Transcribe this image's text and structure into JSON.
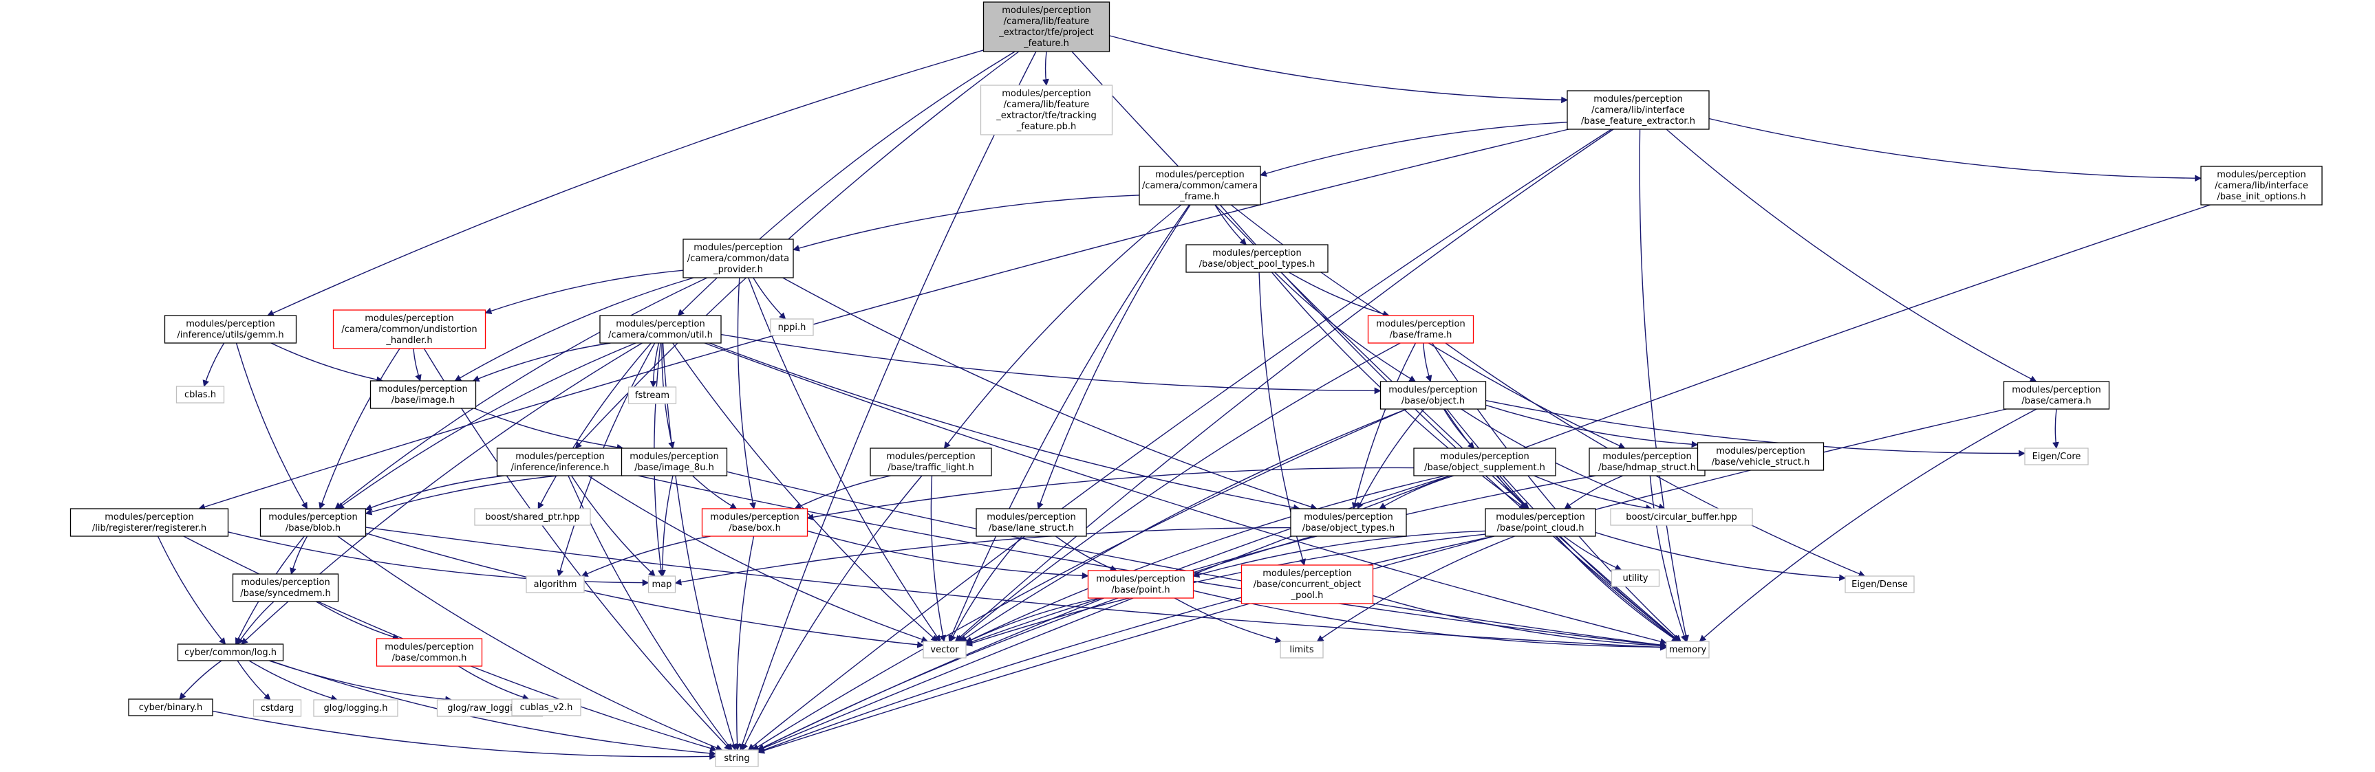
{
  "graph": {
    "nodes": [
      {
        "id": "root",
        "lines": [
          "modules/perception",
          "/camera/lib/feature",
          "_extractor/tfe/project",
          "_feature.h"
        ],
        "kind": "root"
      },
      {
        "id": "tracking_pb",
        "lines": [
          "modules/perception",
          "/camera/lib/feature",
          "_extractor/tfe/tracking",
          "_feature.pb.h"
        ],
        "kind": "ext"
      },
      {
        "id": "base_feature_extractor",
        "lines": [
          "modules/perception",
          "/camera/lib/interface",
          "/base_feature_extractor.h"
        ],
        "kind": "normal"
      },
      {
        "id": "camera_frame",
        "lines": [
          "modules/perception",
          "/camera/common/camera",
          "_frame.h"
        ],
        "kind": "normal"
      },
      {
        "id": "base_init_options",
        "lines": [
          "modules/perception",
          "/camera/lib/interface",
          "/base_init_options.h"
        ],
        "kind": "normal"
      },
      {
        "id": "data_provider",
        "lines": [
          "modules/perception",
          "/camera/common/data",
          "_provider.h"
        ],
        "kind": "normal"
      },
      {
        "id": "object_pool_types",
        "lines": [
          "modules/perception",
          "/base/object_pool_types.h"
        ],
        "kind": "normal"
      },
      {
        "id": "gemm",
        "lines": [
          "modules/perception",
          "/inference/utils/gemm.h"
        ],
        "kind": "normal"
      },
      {
        "id": "undistortion_handler",
        "lines": [
          "modules/perception",
          "/camera/common/undistortion",
          "_handler.h"
        ],
        "kind": "red"
      },
      {
        "id": "util",
        "lines": [
          "modules/perception",
          "/camera/common/util.h"
        ],
        "kind": "normal"
      },
      {
        "id": "nppi",
        "lines": [
          "nppi.h"
        ],
        "kind": "ext"
      },
      {
        "id": "frame",
        "lines": [
          "modules/perception",
          "/base/frame.h"
        ],
        "kind": "red"
      },
      {
        "id": "camera",
        "lines": [
          "modules/perception",
          "/base/camera.h"
        ],
        "kind": "normal"
      },
      {
        "id": "cblas",
        "lines": [
          "cblas.h"
        ],
        "kind": "ext"
      },
      {
        "id": "image",
        "lines": [
          "modules/perception",
          "/base/image.h"
        ],
        "kind": "normal"
      },
      {
        "id": "fstream",
        "lines": [
          "fstream"
        ],
        "kind": "ext"
      },
      {
        "id": "object",
        "lines": [
          "modules/perception",
          "/base/object.h"
        ],
        "kind": "normal"
      },
      {
        "id": "inference",
        "lines": [
          "modules/perception",
          "/inference/inference.h"
        ],
        "kind": "normal"
      },
      {
        "id": "image_8u",
        "lines": [
          "modules/perception",
          "/base/image_8u.h"
        ],
        "kind": "normal"
      },
      {
        "id": "traffic_light",
        "lines": [
          "modules/perception",
          "/base/traffic_light.h"
        ],
        "kind": "normal"
      },
      {
        "id": "object_supplement",
        "lines": [
          "modules/perception",
          "/base/object_supplement.h"
        ],
        "kind": "normal"
      },
      {
        "id": "hdmap_struct",
        "lines": [
          "modules/perception",
          "/base/hdmap_struct.h"
        ],
        "kind": "normal"
      },
      {
        "id": "vehicle_struct",
        "lines": [
          "modules/perception",
          "/base/vehicle_struct.h"
        ],
        "kind": "normal"
      },
      {
        "id": "eigen_core",
        "lines": [
          "Eigen/Core"
        ],
        "kind": "ext"
      },
      {
        "id": "registerer",
        "lines": [
          "modules/perception",
          "/lib/registerer/registerer.h"
        ],
        "kind": "normal"
      },
      {
        "id": "blob",
        "lines": [
          "modules/perception",
          "/base/blob.h"
        ],
        "kind": "normal"
      },
      {
        "id": "shared_ptr",
        "lines": [
          "boost/shared_ptr.hpp"
        ],
        "kind": "ext"
      },
      {
        "id": "box",
        "lines": [
          "modules/perception",
          "/base/box.h"
        ],
        "kind": "red"
      },
      {
        "id": "lane_struct",
        "lines": [
          "modules/perception",
          "/base/lane_struct.h"
        ],
        "kind": "normal"
      },
      {
        "id": "object_types",
        "lines": [
          "modules/perception",
          "/base/object_types.h"
        ],
        "kind": "normal"
      },
      {
        "id": "point_cloud",
        "lines": [
          "modules/perception",
          "/base/point_cloud.h"
        ],
        "kind": "normal"
      },
      {
        "id": "circular_buffer",
        "lines": [
          "boost/circular_buffer.hpp"
        ],
        "kind": "ext"
      },
      {
        "id": "syncedmem",
        "lines": [
          "modules/perception",
          "/base/syncedmem.h"
        ],
        "kind": "normal"
      },
      {
        "id": "algorithm",
        "lines": [
          "algorithm"
        ],
        "kind": "ext"
      },
      {
        "id": "map",
        "lines": [
          "map"
        ],
        "kind": "ext"
      },
      {
        "id": "point",
        "lines": [
          "modules/perception",
          "/base/point.h"
        ],
        "kind": "red"
      },
      {
        "id": "concurrent_object_pool",
        "lines": [
          "modules/perception",
          "/base/concurrent_object",
          "_pool.h"
        ],
        "kind": "red"
      },
      {
        "id": "utility",
        "lines": [
          "utility"
        ],
        "kind": "ext"
      },
      {
        "id": "eigen_dense",
        "lines": [
          "Eigen/Dense"
        ],
        "kind": "ext"
      },
      {
        "id": "log",
        "lines": [
          "cyber/common/log.h"
        ],
        "kind": "normal"
      },
      {
        "id": "common",
        "lines": [
          "modules/perception",
          "/base/common.h"
        ],
        "kind": "red"
      },
      {
        "id": "vector",
        "lines": [
          "vector"
        ],
        "kind": "ext"
      },
      {
        "id": "limits",
        "lines": [
          "limits"
        ],
        "kind": "ext"
      },
      {
        "id": "memory",
        "lines": [
          "memory"
        ],
        "kind": "ext"
      },
      {
        "id": "binary",
        "lines": [
          "cyber/binary.h"
        ],
        "kind": "normal"
      },
      {
        "id": "cstdarg",
        "lines": [
          "cstdarg"
        ],
        "kind": "ext"
      },
      {
        "id": "glog_logging",
        "lines": [
          "glog/logging.h"
        ],
        "kind": "ext"
      },
      {
        "id": "glog_raw_logging",
        "lines": [
          "glog/raw_logging.h"
        ],
        "kind": "ext"
      },
      {
        "id": "cublas",
        "lines": [
          "cublas_v2.h"
        ],
        "kind": "ext"
      },
      {
        "id": "string",
        "lines": [
          "string"
        ],
        "kind": "ext"
      }
    ],
    "edges": [
      [
        "root",
        "tracking_pb"
      ],
      [
        "root",
        "base_feature_extractor"
      ],
      [
        "root",
        "gemm"
      ],
      [
        "root",
        "util"
      ],
      [
        "root",
        "inference"
      ],
      [
        "root",
        "string"
      ],
      [
        "root",
        "memory"
      ],
      [
        "base_feature_extractor",
        "camera_frame"
      ],
      [
        "base_feature_extractor",
        "base_init_options"
      ],
      [
        "base_feature_extractor",
        "registerer"
      ],
      [
        "base_feature_extractor",
        "camera"
      ],
      [
        "base_feature_extractor",
        "vector"
      ],
      [
        "base_feature_extractor",
        "memory"
      ],
      [
        "base_feature_extractor",
        "string"
      ],
      [
        "base_init_options",
        "string"
      ],
      [
        "camera_frame",
        "data_provider"
      ],
      [
        "camera_frame",
        "object_pool_types"
      ],
      [
        "camera_frame",
        "traffic_light"
      ],
      [
        "camera_frame",
        "lane_struct"
      ],
      [
        "camera_frame",
        "hdmap_struct"
      ],
      [
        "camera_frame",
        "vector"
      ],
      [
        "camera_frame",
        "memory"
      ],
      [
        "data_provider",
        "undistortion_handler"
      ],
      [
        "data_provider",
        "image"
      ],
      [
        "data_provider",
        "blob"
      ],
      [
        "data_provider",
        "box"
      ],
      [
        "data_provider",
        "nppi"
      ],
      [
        "data_provider",
        "object_types"
      ],
      [
        "data_provider",
        "vector"
      ],
      [
        "object_pool_types",
        "frame"
      ],
      [
        "object_pool_types",
        "object"
      ],
      [
        "object_pool_types",
        "point_cloud"
      ],
      [
        "object_pool_types",
        "concurrent_object_pool"
      ],
      [
        "gemm",
        "cblas"
      ],
      [
        "gemm",
        "image"
      ],
      [
        "gemm",
        "blob"
      ],
      [
        "undistortion_handler",
        "image"
      ],
      [
        "undistortion_handler",
        "blob"
      ],
      [
        "undistortion_handler",
        "string"
      ],
      [
        "util",
        "image"
      ],
      [
        "util",
        "fstream"
      ],
      [
        "util",
        "image_8u"
      ],
      [
        "util",
        "object"
      ],
      [
        "util",
        "blob"
      ],
      [
        "util",
        "algorithm"
      ],
      [
        "util",
        "map"
      ],
      [
        "util",
        "vector"
      ],
      [
        "util",
        "shared_ptr"
      ],
      [
        "util",
        "log"
      ],
      [
        "util",
        "string"
      ],
      [
        "util",
        "memory"
      ],
      [
        "util",
        "object_types"
      ],
      [
        "frame",
        "object"
      ],
      [
        "frame",
        "object_types"
      ],
      [
        "frame",
        "vector"
      ],
      [
        "frame",
        "memory"
      ],
      [
        "frame",
        "eigen_dense"
      ],
      [
        "camera",
        "eigen_core"
      ],
      [
        "camera",
        "memory"
      ],
      [
        "camera",
        "string"
      ],
      [
        "image",
        "image_8u"
      ],
      [
        "object",
        "object_supplement"
      ],
      [
        "object",
        "vehicle_struct"
      ],
      [
        "object",
        "eigen_core"
      ],
      [
        "object",
        "circular_buffer"
      ],
      [
        "object",
        "object_types"
      ],
      [
        "object",
        "point_cloud"
      ],
      [
        "object",
        "vector"
      ],
      [
        "object",
        "memory"
      ],
      [
        "object",
        "string"
      ],
      [
        "inference",
        "blob"
      ],
      [
        "inference",
        "map"
      ],
      [
        "inference",
        "vector"
      ],
      [
        "inference",
        "memory"
      ],
      [
        "inference",
        "string"
      ],
      [
        "image_8u",
        "box"
      ],
      [
        "image_8u",
        "blob"
      ],
      [
        "image_8u",
        "map"
      ],
      [
        "image_8u",
        "memory"
      ],
      [
        "traffic_light",
        "box"
      ],
      [
        "traffic_light",
        "vector"
      ],
      [
        "traffic_light",
        "string"
      ],
      [
        "object_supplement",
        "box"
      ],
      [
        "object_supplement",
        "object_types"
      ],
      [
        "object_supplement",
        "point_cloud"
      ],
      [
        "object_supplement",
        "circular_buffer"
      ],
      [
        "object_supplement",
        "vector"
      ],
      [
        "object_supplement",
        "memory"
      ],
      [
        "object_supplement",
        "string"
      ],
      [
        "hdmap_struct",
        "point_cloud"
      ],
      [
        "hdmap_struct",
        "vector"
      ],
      [
        "hdmap_struct",
        "memory"
      ],
      [
        "registerer",
        "log"
      ],
      [
        "registerer",
        "map"
      ],
      [
        "registerer",
        "string"
      ],
      [
        "blob",
        "syncedmem"
      ],
      [
        "blob",
        "log"
      ],
      [
        "blob",
        "vector"
      ],
      [
        "blob",
        "memory"
      ],
      [
        "blob",
        "string"
      ],
      [
        "box",
        "algorithm"
      ],
      [
        "box",
        "point"
      ],
      [
        "box",
        "string"
      ],
      [
        "lane_struct",
        "point"
      ],
      [
        "lane_struct",
        "vector"
      ],
      [
        "object_types",
        "map"
      ],
      [
        "object_types",
        "string"
      ],
      [
        "point_cloud",
        "point"
      ],
      [
        "point_cloud",
        "eigen_dense"
      ],
      [
        "point_cloud",
        "utility"
      ],
      [
        "point_cloud",
        "memory"
      ],
      [
        "point_cloud",
        "limits"
      ],
      [
        "point_cloud",
        "vector"
      ],
      [
        "point_cloud",
        "string"
      ],
      [
        "syncedmem",
        "log"
      ],
      [
        "syncedmem",
        "common"
      ],
      [
        "point",
        "vector"
      ],
      [
        "point",
        "limits"
      ],
      [
        "point",
        "memory"
      ],
      [
        "concurrent_object_pool",
        "memory"
      ],
      [
        "log",
        "binary"
      ],
      [
        "log",
        "cstdarg"
      ],
      [
        "log",
        "glog_logging"
      ],
      [
        "log",
        "glog_raw_logging"
      ],
      [
        "log",
        "string"
      ],
      [
        "common",
        "cublas"
      ],
      [
        "binary",
        "string"
      ]
    ]
  }
}
